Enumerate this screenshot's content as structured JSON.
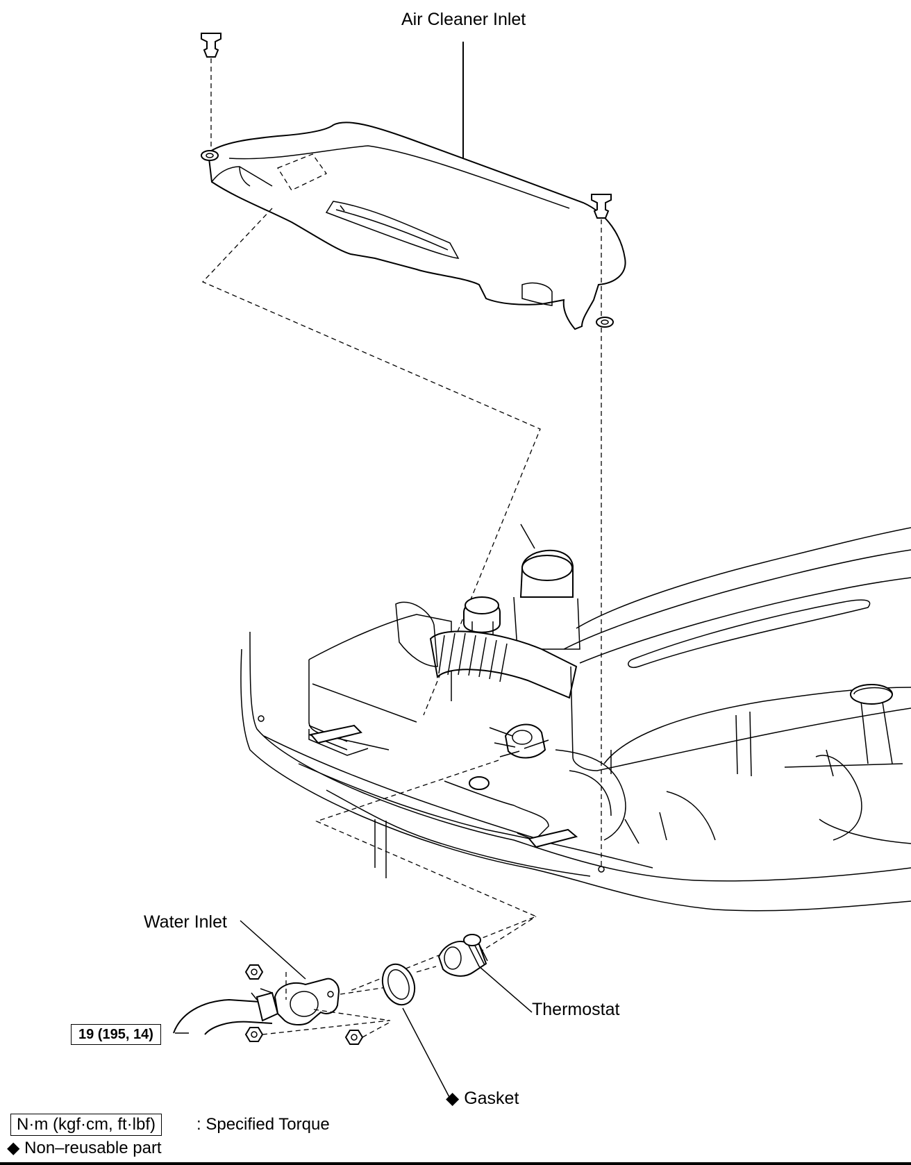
{
  "labels": {
    "air_cleaner_inlet": "Air Cleaner Inlet",
    "water_inlet": "Water Inlet",
    "thermostat": "Thermostat",
    "gasket": "Gasket",
    "torque_value": "19 (195, 14)"
  },
  "legend": {
    "torque_units": "N·m (kgf·cm, ft·lbf)",
    "torque_desc": ": Specified Torque",
    "nonreusable_symbol": "◆",
    "nonreusable_desc": "Non–reusable part"
  },
  "icons": {
    "nonreusable": "diamond-icon",
    "clip": "push-clip-icon",
    "nut": "nut-icon"
  }
}
